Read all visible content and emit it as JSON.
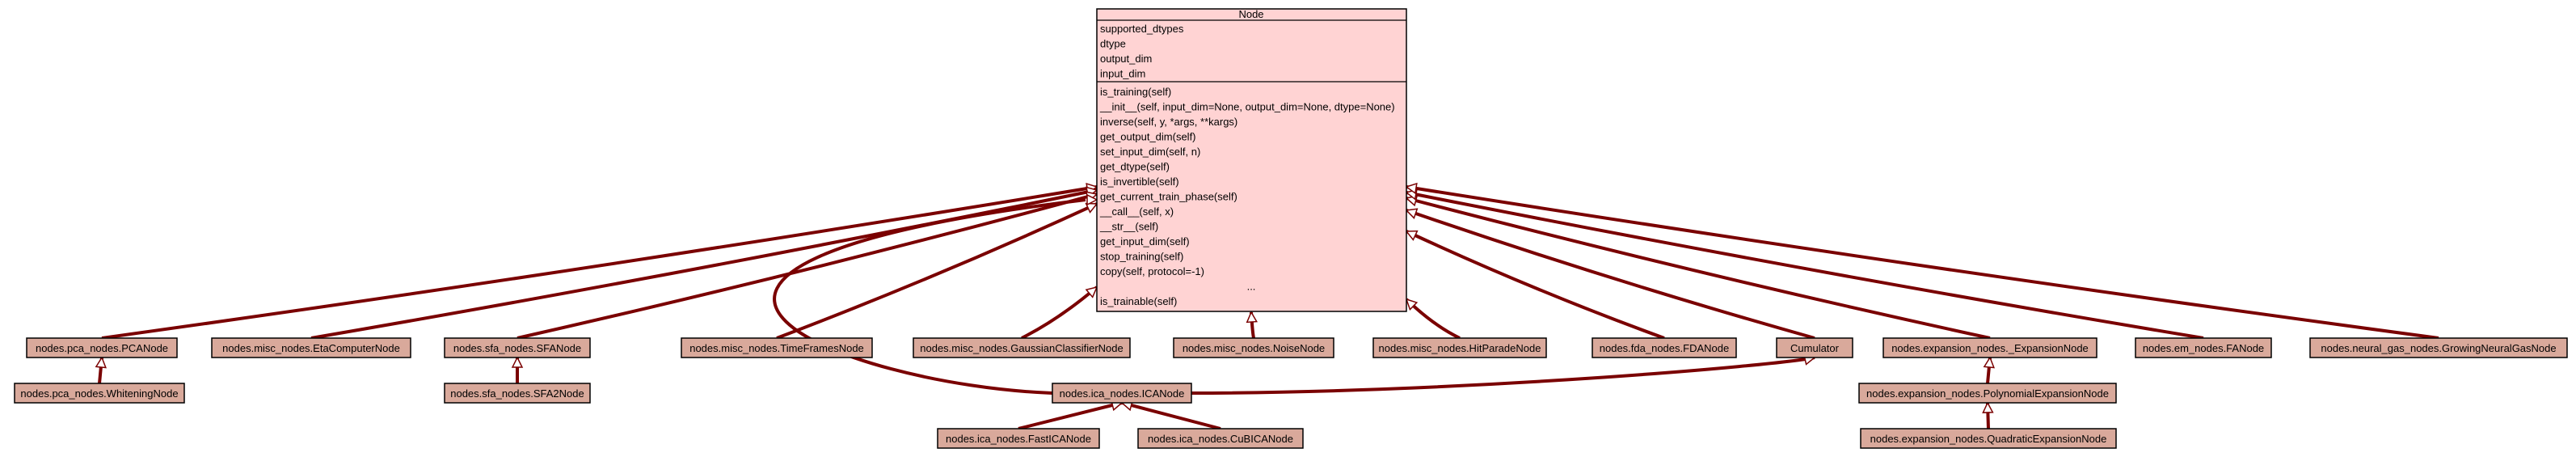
{
  "node_class": {
    "title": "Node",
    "attributes": [
      "supported_dtypes",
      "dtype",
      "output_dim",
      "input_dim"
    ],
    "methods": [
      "is_training(self)",
      "__init__(self, input_dim=None, output_dim=None, dtype=None)",
      "inverse(self, y, *args, **kargs)",
      "get_output_dim(self)",
      "set_input_dim(self, n)",
      "get_dtype(self)",
      "is_invertible(self)",
      "get_current_train_phase(self)",
      "__call__(self, x)",
      "__str__(self)",
      "get_input_dim(self)",
      "stop_training(self)",
      "copy(self, protocol=-1)",
      "...",
      "is_trainable(self)"
    ]
  },
  "classes": [
    {
      "id": "pca",
      "label": "nodes.pca_nodes.PCANode"
    },
    {
      "id": "eta",
      "label": "nodes.misc_nodes.EtaComputerNode"
    },
    {
      "id": "sfa",
      "label": "nodes.sfa_nodes.SFANode"
    },
    {
      "id": "timeframes",
      "label": "nodes.misc_nodes.TimeFramesNode"
    },
    {
      "id": "gaussian",
      "label": "nodes.misc_nodes.GaussianClassifierNode"
    },
    {
      "id": "noise",
      "label": "nodes.misc_nodes.NoiseNode"
    },
    {
      "id": "hitparade",
      "label": "nodes.misc_nodes.HitParadeNode"
    },
    {
      "id": "fda",
      "label": "nodes.fda_nodes.FDANode"
    },
    {
      "id": "cumulator",
      "label": "Cumulator"
    },
    {
      "id": "expansion",
      "label": "nodes.expansion_nodes._ExpansionNode"
    },
    {
      "id": "fa",
      "label": "nodes.em_nodes.FANode"
    },
    {
      "id": "gng",
      "label": "nodes.neural_gas_nodes.GrowingNeuralGasNode"
    },
    {
      "id": "whitening",
      "label": "nodes.pca_nodes.WhiteningNode"
    },
    {
      "id": "sfa2",
      "label": "nodes.sfa_nodes.SFA2Node"
    },
    {
      "id": "ica",
      "label": "nodes.ica_nodes.ICANode"
    },
    {
      "id": "polynomial",
      "label": "nodes.expansion_nodes.PolynomialExpansionNode"
    },
    {
      "id": "fastica",
      "label": "nodes.ica_nodes.FastICANode"
    },
    {
      "id": "cubica",
      "label": "nodes.ica_nodes.CuBICANode"
    },
    {
      "id": "quadratic",
      "label": "nodes.expansion_nodes.QuadraticExpansionNode"
    }
  ],
  "inheritance": [
    {
      "child": "pca",
      "parent": "node"
    },
    {
      "child": "eta",
      "parent": "node"
    },
    {
      "child": "sfa",
      "parent": "node"
    },
    {
      "child": "timeframes",
      "parent": "node"
    },
    {
      "child": "gaussian",
      "parent": "node"
    },
    {
      "child": "noise",
      "parent": "node"
    },
    {
      "child": "hitparade",
      "parent": "node"
    },
    {
      "child": "fda",
      "parent": "node"
    },
    {
      "child": "cumulator",
      "parent": "node"
    },
    {
      "child": "expansion",
      "parent": "node"
    },
    {
      "child": "fa",
      "parent": "node"
    },
    {
      "child": "gng",
      "parent": "node"
    },
    {
      "child": "ica",
      "parent": "node"
    },
    {
      "child": "whitening",
      "parent": "pca"
    },
    {
      "child": "sfa2",
      "parent": "sfa"
    },
    {
      "child": "ica",
      "parent": "cumulator"
    },
    {
      "child": "fastica",
      "parent": "ica"
    },
    {
      "child": "cubica",
      "parent": "ica"
    },
    {
      "child": "polynomial",
      "parent": "expansion"
    },
    {
      "child": "quadratic",
      "parent": "polynomial"
    }
  ],
  "colors": {
    "node_fill": "#ffd3d3",
    "box_fill": "#d9a99b",
    "edge": "#7a0000"
  }
}
